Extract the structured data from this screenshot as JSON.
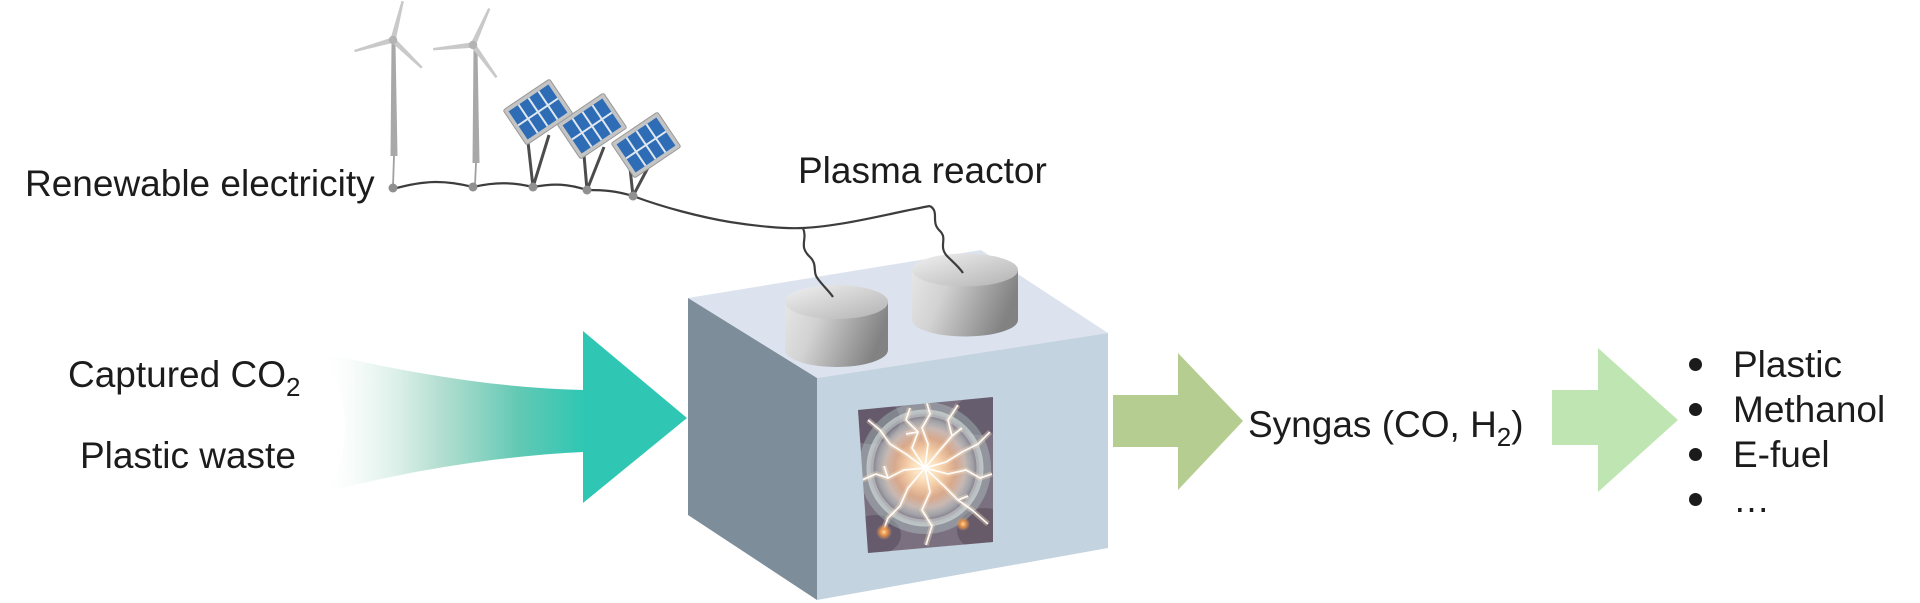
{
  "diagram": {
    "inputs": {
      "renewable_electricity": "Renewable electricity",
      "captured_co2": {
        "main": "Captured CO",
        "sub": "2"
      },
      "plastic_waste": "Plastic waste"
    },
    "reactor": {
      "label": "Plasma reactor"
    },
    "output": {
      "syngas": {
        "pre": "Syngas (CO, H",
        "sub": "2",
        "post": ")"
      }
    },
    "products": {
      "items": [
        "Plastic",
        "Methanol",
        "E-fuel",
        "…"
      ]
    },
    "colors": {
      "input_arrow_teal": "#2fc7b3",
      "output_arrow_olive": "#b5cd90",
      "products_arrow_green": "#bfe6b2",
      "solar_panel_blue": "#2e6db5",
      "reactor_top_face": "#dce3ef",
      "reactor_front_face": "#c4d3e0",
      "reactor_side_face": "#7d8e9a",
      "text": "#1c1c1c"
    }
  }
}
